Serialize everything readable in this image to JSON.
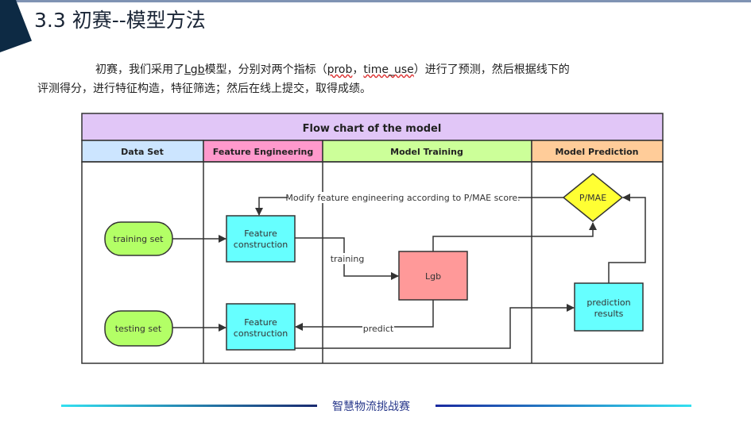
{
  "slide": {
    "title": "3.3 初赛--模型方法",
    "paragraph": {
      "l1_a": "初赛，我们采用了",
      "l1_lgb": "Lgb",
      "l1_b": "模型，分别对两个指标（",
      "l1_prob": "prob",
      "l1_c": "，",
      "l1_time": "time_use",
      "l1_d": "）进行了预测，然后根据线下的",
      "l2": "评测得分，进行特征构造，特征筛选；然后在线上提交，取得成绩。"
    },
    "footer": "智慧物流挑战赛"
  },
  "flowchart": {
    "title": "Flow chart of the model",
    "lanes": [
      "Data Set",
      "Feature Engineering",
      "Model Training",
      "Model Prediction"
    ],
    "nodes": {
      "training_set": "training set",
      "testing_set": "testing set",
      "fc1_a": "Feature",
      "fc1_b": "construction",
      "fc2_a": "Feature",
      "fc2_b": "construction",
      "lgb": "Lgb",
      "pred_a": "prediction",
      "pred_b": "results",
      "pmae": "P/MAE"
    },
    "edges": {
      "feedback": "Modify feature engineering according to P/MAE score.",
      "training": "training",
      "predict": "predict"
    },
    "colors": {
      "title": "#e1c6f7",
      "lane1": "#cce5ff",
      "lane2": "#ff99cc",
      "lane3": "#ccff99",
      "lane4": "#ffcc99",
      "cyan": "#66ffff",
      "green": "#b3ff66",
      "pink": "#ff9999",
      "yellow": "#ffff33"
    }
  }
}
